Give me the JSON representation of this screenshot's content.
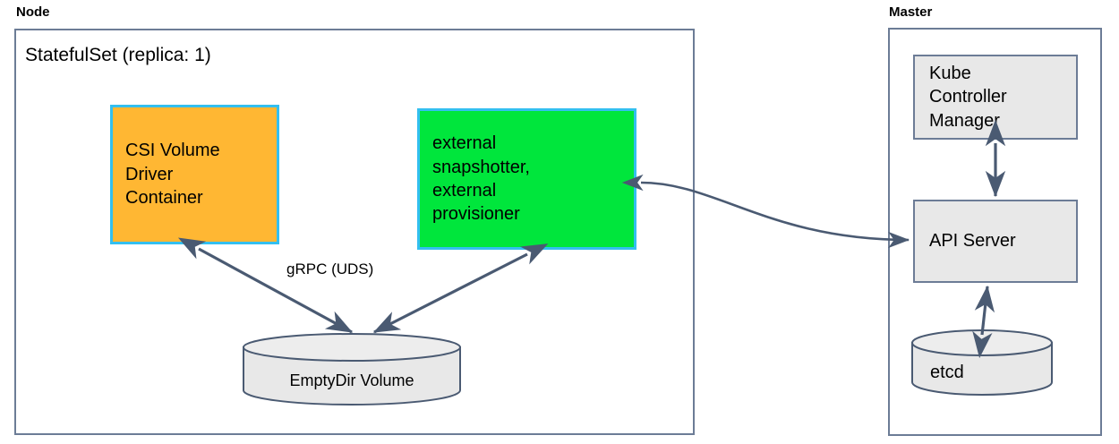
{
  "diagram": {
    "title": "Kubernetes CSI StatefulSet deployment diagram",
    "colors": {
      "zone_border": "#6c7c96",
      "orange_fill": "#ffb733",
      "green_fill": "#00e63c",
      "cyan_border": "#33bff0",
      "grey_fill": "#e8e8e8",
      "arrow_stroke": "#4a5a72",
      "text": "#000000",
      "background": "#ffffff"
    }
  },
  "zones": [
    {
      "id": "node",
      "label": "Node"
    },
    {
      "id": "master",
      "label": "Master"
    }
  ],
  "node_zone": {
    "statefulset_caption": "StatefulSet (replica: 1)",
    "boxes": [
      {
        "id": "csi-volume-driver-container",
        "label": "CSI Volume\nDriver\nContainer",
        "fill": "#ffb733",
        "border": "#33bff0"
      },
      {
        "id": "external-sidecars",
        "label": "external\nsnapshotter,\nexternal\nprovisioner",
        "fill": "#00e63c",
        "border": "#33bff0"
      }
    ],
    "cylinders": [
      {
        "id": "emptydir-volume",
        "label": "EmptyDir Volume",
        "fill": "#e8e8e8"
      }
    ],
    "edge_labels": [
      {
        "id": "grpc-uds",
        "label": "gRPC (UDS)"
      }
    ]
  },
  "master_zone": {
    "boxes": [
      {
        "id": "kube-controller-manager",
        "label": "Kube\nController\nManager",
        "fill": "#e8e8e8"
      },
      {
        "id": "api-server",
        "label": "API Server",
        "fill": "#e8e8e8"
      }
    ],
    "cylinders": [
      {
        "id": "etcd",
        "label": "etcd",
        "fill": "#e8e8e8"
      }
    ]
  },
  "connections": [
    {
      "id": "csi-to-emptydir",
      "from": "csi-volume-driver-container",
      "to": "emptydir-volume",
      "arrows": "both",
      "label": "gRPC (UDS)"
    },
    {
      "id": "sidecar-to-emptydir",
      "from": "external-sidecars",
      "to": "emptydir-volume",
      "arrows": "both",
      "label": ""
    },
    {
      "id": "sidecar-to-apiserver",
      "from": "external-sidecars",
      "to": "api-server",
      "arrows": "both",
      "label": ""
    },
    {
      "id": "kcm-to-apiserver",
      "from": "kube-controller-manager",
      "to": "api-server",
      "arrows": "both",
      "label": ""
    },
    {
      "id": "apiserver-to-etcd",
      "from": "api-server",
      "to": "etcd",
      "arrows": "both",
      "label": ""
    }
  ]
}
